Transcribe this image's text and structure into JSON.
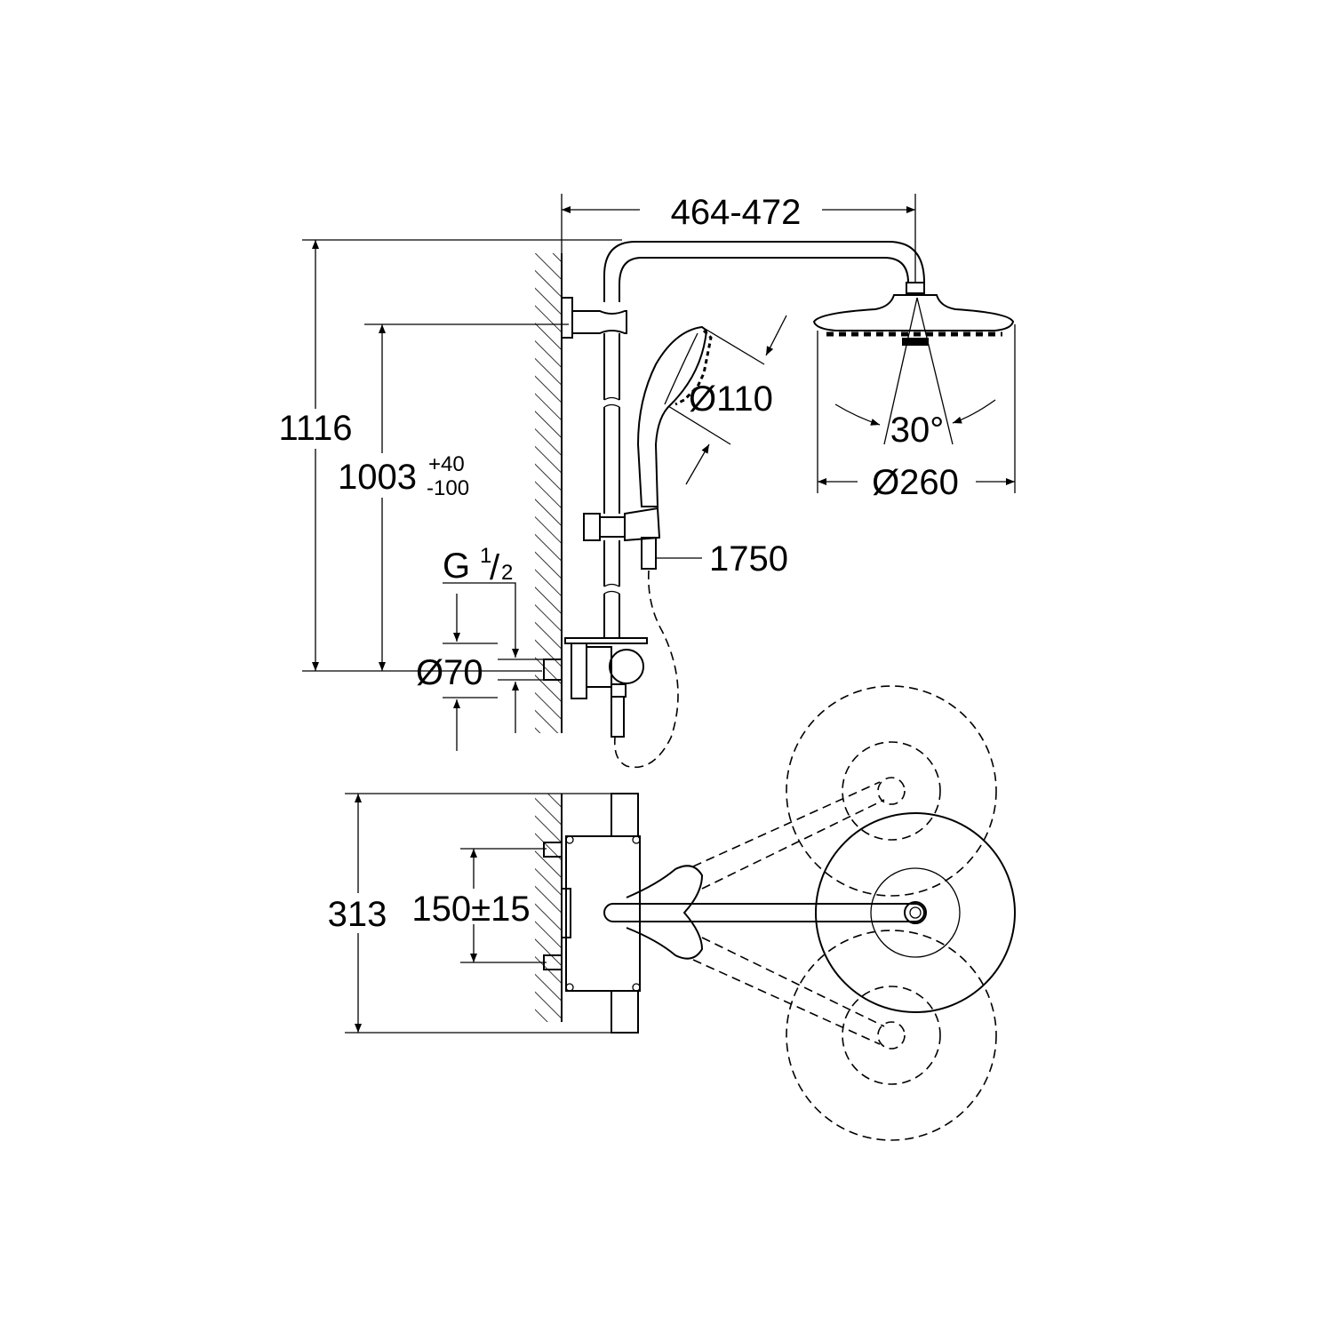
{
  "drawing": {
    "side_view": {
      "arm_projection": "464-472",
      "total_height": "1116",
      "riser_height": "1003",
      "riser_tolerance_plus": "+40",
      "riser_tolerance_minus": "-100",
      "hand_shower_diameter": "Ø110",
      "spray_angle": "30°",
      "head_shower_diameter": "Ø260",
      "hose_length": "1750",
      "thread_letter": "G",
      "thread_numerator": "1",
      "thread_slash": "/",
      "thread_denominator": "2",
      "mixer_diameter": "Ø70"
    },
    "plan_view": {
      "depth": "313",
      "inlet_spacing": "150±15"
    }
  }
}
